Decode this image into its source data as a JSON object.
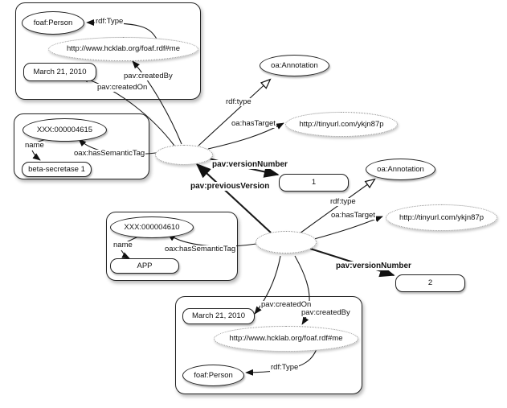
{
  "diagram_type": "rdf-annotation-versioning-graph",
  "colors": {
    "background": "#ffffff",
    "line": "#1a1a1a",
    "dotted_border": "#8c8c8c",
    "node_fill": "#ffffff"
  },
  "nodes": {
    "box1": {
      "foaf_person": "foaf:Person",
      "creator_uri": "http://www.hcklab.org/foaf.rdf#me",
      "created_date": "March 21, 2010"
    },
    "box2": {
      "semantic_tag": "XXX:000004615",
      "literal": "beta-secretase 1"
    },
    "box3": {
      "semantic_tag": "XXX:000004610",
      "literal": "APP"
    },
    "box4": {
      "created_date": "March 21, 2010",
      "creator_uri": "http://www.hcklab.org/foaf.rdf#me",
      "foaf_person": "foaf:Person"
    },
    "annotation1": {
      "class": "oa:Annotation",
      "target": "http://tinyurl.com/ykjn87p",
      "version": "1"
    },
    "annotation2": {
      "class": "oa:Annotation",
      "target": "http://tinyurl.com/ykjn87p",
      "version": "2"
    }
  },
  "edges": {
    "box1_rdf_type": "rdf:Type",
    "ann1_created_by": "pav:createdBy",
    "ann1_created_on": "pav:createdOn",
    "box2_name": "name",
    "ann1_has_semantic_tag": "oax:hasSemanticTag",
    "ann1_rdf_type": "rdf:type",
    "ann1_has_target": "oa:hasTarget",
    "ann1_version_number": "pav:versionNumber",
    "previous_version": "pav:previousVersion",
    "ann2_rdf_type": "rdf:type",
    "ann2_has_target": "oa:hasTarget",
    "box3_name": "name",
    "ann2_has_semantic_tag": "oax:hasSemanticTag",
    "ann2_version_number": "pav:versionNumber",
    "ann2_created_on": "pav:createdOn",
    "ann2_created_by": "pav:createdBy",
    "box4_rdf_type": "rdf:Type"
  }
}
